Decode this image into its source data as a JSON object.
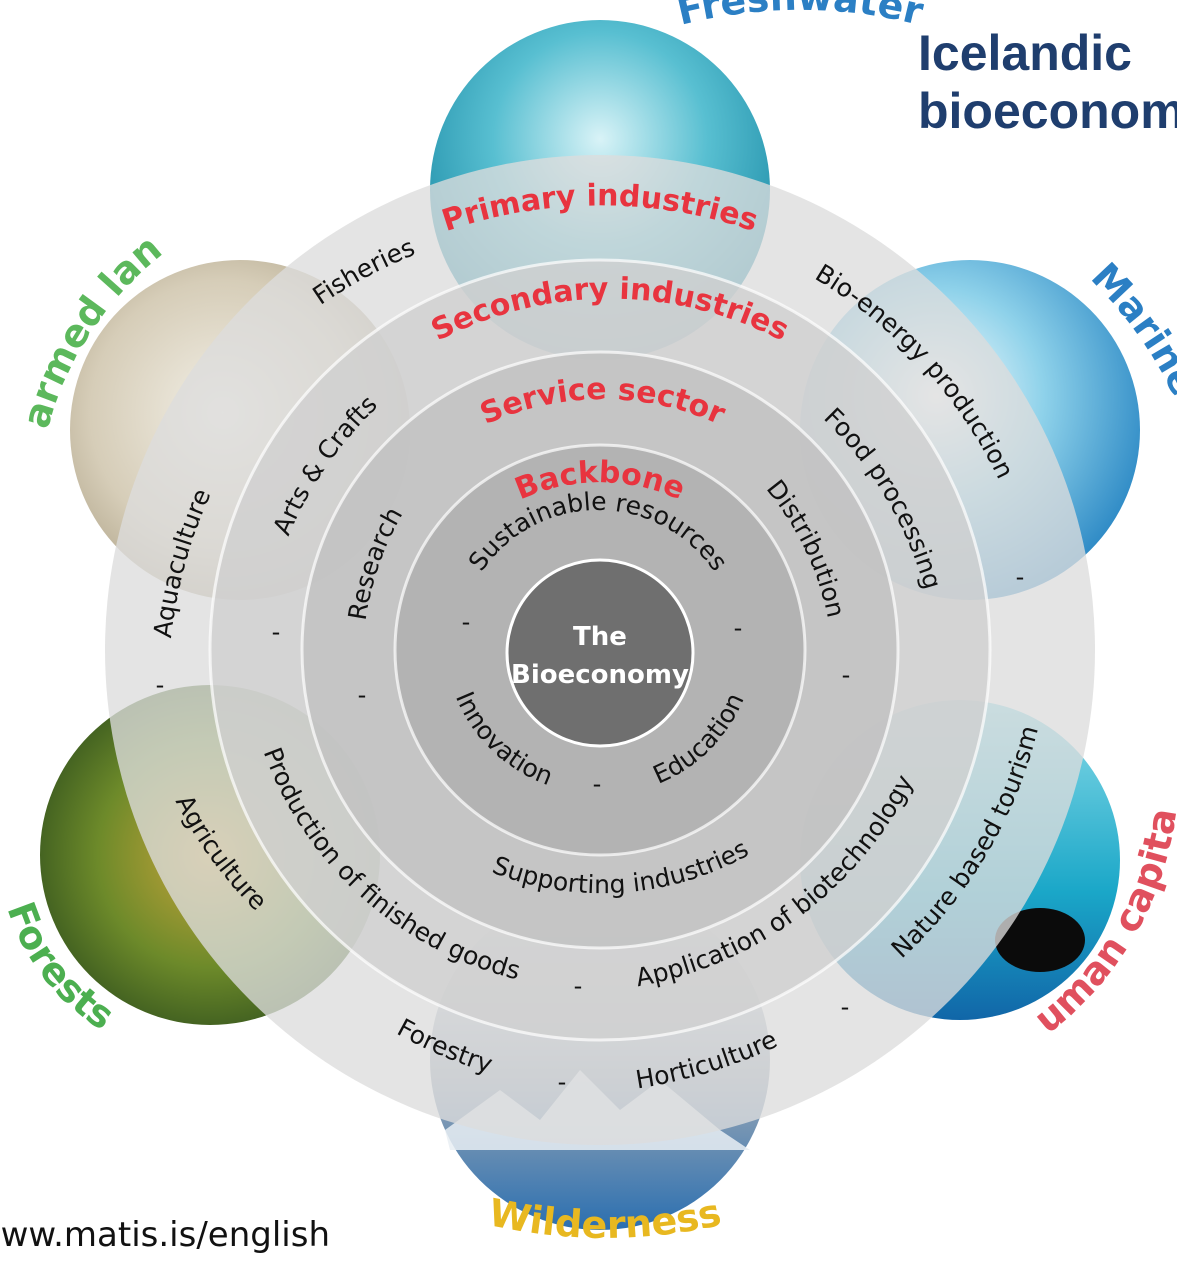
{
  "title": {
    "line1": "Icelandic",
    "line2": "bioeconomy"
  },
  "source_text": "www.matis.is/english",
  "center": {
    "line1": "The",
    "line2": "Bioeconomy"
  },
  "environments": [
    {
      "label": "Freshwater",
      "color": "#2b7fc4"
    },
    {
      "label": "Marine",
      "color": "#2b7fc4"
    },
    {
      "label": "Human capital",
      "color": "#e0505e"
    },
    {
      "label": "Wilderness",
      "color": "#e8b820"
    },
    {
      "label": "Forests",
      "color": "#4caf50"
    },
    {
      "label": "Farmed land",
      "color": "#5cb85c"
    }
  ],
  "rings": {
    "primary_heading": "Primary industries",
    "secondary_heading": "Secondary industries",
    "service_heading": "Service sector",
    "backbone_heading": "Backbone",
    "primary_items": {
      "fisheries": "Fisheries",
      "bioenergy": "Bio-energy production",
      "tourism": "Nature based tourism",
      "horticulture": "Horticulture",
      "forestry": "Forestry",
      "agriculture": "Agriculture",
      "aquaculture": "Aquaculture"
    },
    "secondary_items": {
      "arts": "Arts & Crafts",
      "food": "Food processing",
      "biotech": "Application of biotechnology",
      "goods": "Production of finished goods"
    },
    "service_items": {
      "research": "Research",
      "distribution": "Distribution",
      "supporting": "Supporting industries"
    },
    "backbone_items": {
      "resources": "Sustainable resources",
      "education": "Education",
      "innovation": "Innovation"
    },
    "separator": "-"
  },
  "colors": {
    "heading_red": "#e8343f",
    "title_blue": "#1f3e6e",
    "ring_text": "#111111",
    "center_text": "#ffffff"
  }
}
